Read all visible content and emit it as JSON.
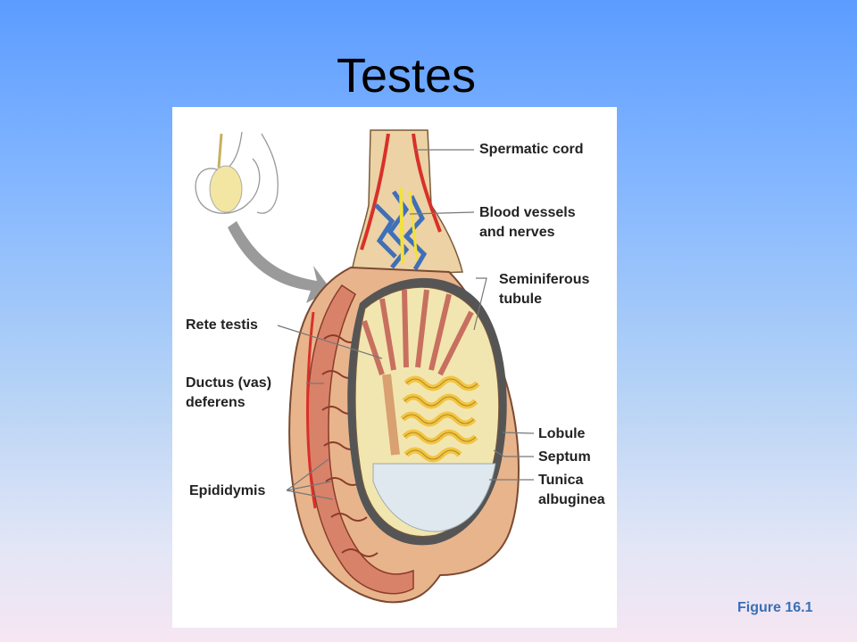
{
  "slide": {
    "title": "Testes",
    "figure_caption": "Figure 16.1"
  },
  "diagram": {
    "labels": {
      "spermatic_cord": "Spermatic cord",
      "blood_vessels_l1": "Blood vessels",
      "blood_vessels_l2": "and nerves",
      "seminiferous_l1": "Seminiferous",
      "seminiferous_l2": "tubule",
      "rete_testis": "Rete testis",
      "ductus_l1": "Ductus (vas)",
      "ductus_l2": "deferens",
      "lobule": "Lobule",
      "septum": "Septum",
      "tunica_l1": "Tunica",
      "tunica_l2": "albuginea",
      "epididymis": "Epididymis"
    },
    "colors": {
      "tissue": "#e8b48c",
      "muscle": "#d9826a",
      "tubule_yellow": "#f2c442",
      "artery": "#d8302a",
      "vein": "#3f6fb8",
      "nerve": "#f3e23a",
      "albuginea": "#555555",
      "arrow": "#9a9a9a"
    }
  }
}
